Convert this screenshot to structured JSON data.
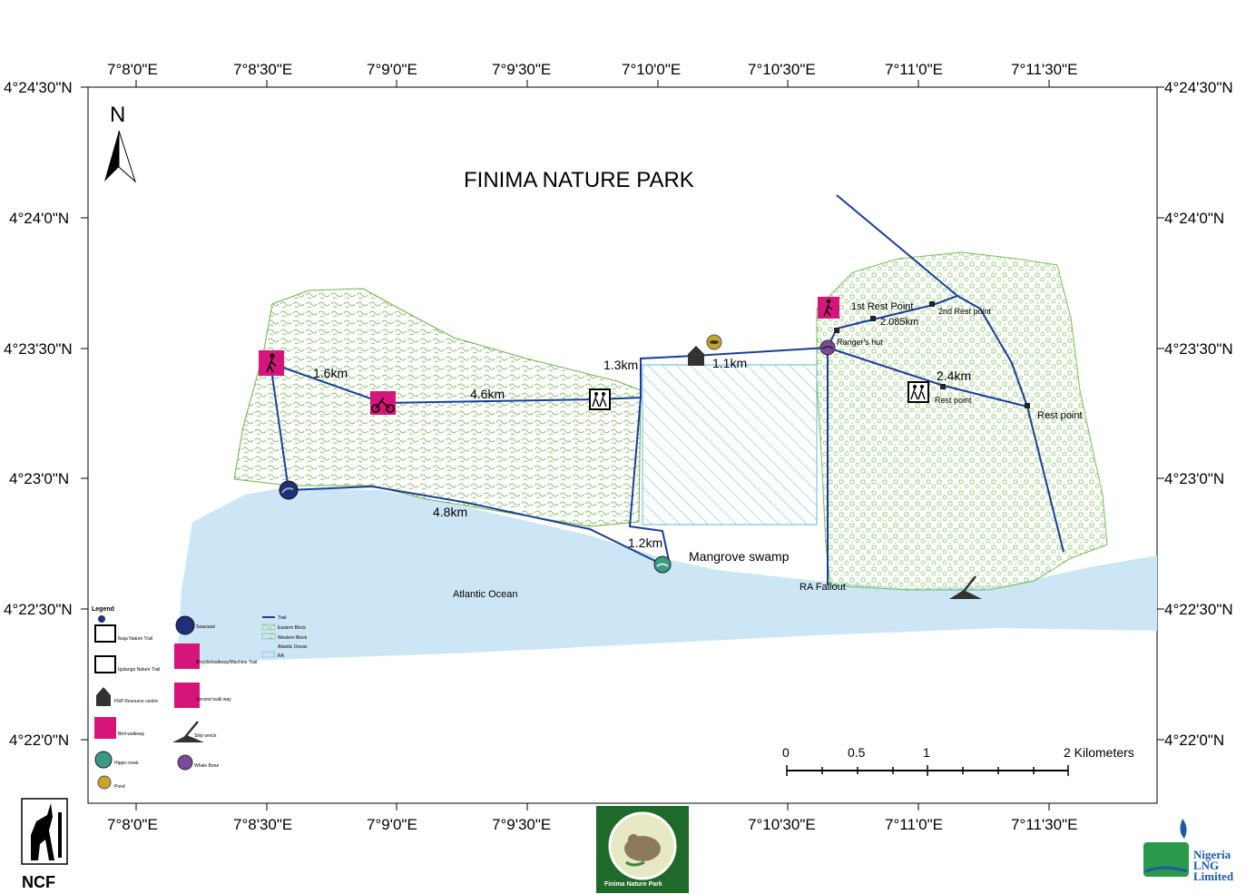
{
  "map": {
    "title": "FINIMA NATURE PARK",
    "north_label": "N",
    "top_lon_labels": [
      "7°8'0\"E",
      "7°8'30\"E",
      "7°9'0\"E",
      "7°9'30\"E",
      "7°10'0\"E",
      "7°10'30\"E",
      "7°11'0\"E",
      "7°11'30\"E"
    ],
    "bottom_lon_labels": [
      "7°8'0\"E",
      "7°8'30\"E",
      "7°9'0\"E",
      "7°9'30\"E",
      "7°10'30\"E",
      "7°11'0\"E",
      "7°11'30\"E"
    ],
    "lat_labels": [
      "4°24'30\"N",
      "4°24'0\"N",
      "4°23'30\"N",
      "4°23'0\"N",
      "4°22'30\"N",
      "4°22'0\"N"
    ],
    "distances": {
      "d1": "1.6km",
      "d2": "4.6km",
      "d3": "1.3km",
      "d4": "1.1km",
      "d5": "4.8km",
      "d6": "1.2km",
      "d7": "2.085km",
      "d8": "2.4km"
    },
    "places": {
      "mangrove": "Mangrove swamp",
      "ocean": "Atlantic Ocean",
      "ra_fallout": "RA Fallout",
      "first_rest": "1st Rest Point",
      "second_rest": "2nd Rest point",
      "rangers_hut": "Ranger's hut",
      "rest_point_a": "Rest point",
      "rest_point_b": "Rest point"
    },
    "scale": {
      "labels": [
        "0",
        "0.5",
        "1",
        "2 Kilometers"
      ]
    },
    "legend": {
      "title": "Legend",
      "col1": [
        "Ibaja Nature Trail",
        "Igalanga Nature Trail",
        "FNP Resource centre",
        "Bird walkway",
        "Hippo creek",
        "Pond"
      ],
      "col2": [
        "Seacoast",
        "Bicycle/walkway/Machine Trail",
        "Second walk way",
        "Ship wreck",
        "Whale Bone"
      ],
      "col3": [
        "Trail",
        "Eastern Block",
        "Western Block",
        "Atlantic Ocean",
        "RA"
      ]
    },
    "logos": {
      "ncf": "NCF",
      "park": "Finima Nature Park",
      "nlng_line1": "Nigeria",
      "nlng_line2": "LNG",
      "nlng_line3": "Limited"
    },
    "colors": {
      "ocean": "#cde6f5",
      "land_west": "#6fb04a",
      "land_east": "#7cbf5a",
      "trail": "#1a3d9a",
      "ra_hatch": "#62b8d6",
      "magenta_icon": "#d6157a"
    }
  }
}
